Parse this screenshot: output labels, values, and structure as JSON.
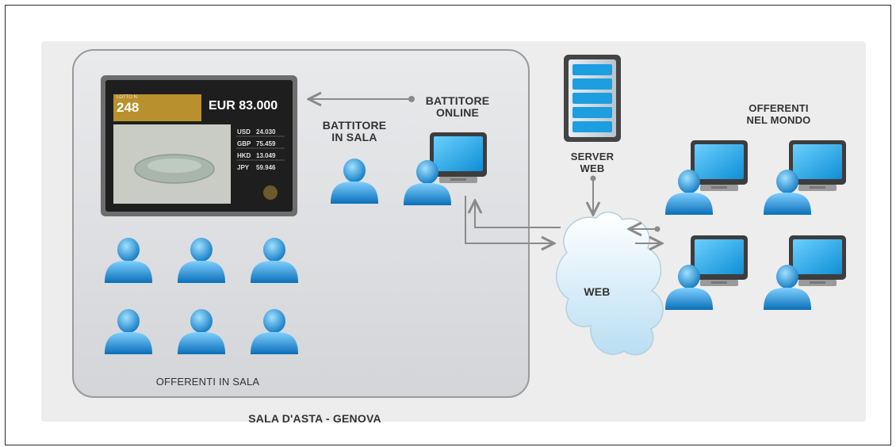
{
  "room": {
    "name": "SALA D'ASTA - GENOVA",
    "bidders_label": "OFFERENTI IN SALA",
    "auctioneer_label": [
      "BATTITORE",
      "IN SALA"
    ],
    "online_auctioneer_label": [
      "BATTITORE",
      "ONLINE"
    ]
  },
  "display": {
    "lot_caption": "LOTTO N.",
    "lot_number": "248",
    "currency": "EUR",
    "price": "83.000",
    "conversions": [
      {
        "cur": "USD",
        "val": "24.030"
      },
      {
        "cur": "GBP",
        "val": "75.459"
      },
      {
        "cur": "HKD",
        "val": "13.049"
      },
      {
        "cur": "JPY",
        "val": "59.946"
      }
    ]
  },
  "server": {
    "label": [
      "SERVER",
      "WEB"
    ]
  },
  "web": {
    "label": "WEB"
  },
  "remote": {
    "label": [
      "OFFERENTI",
      "NEL MONDO"
    ]
  },
  "colors": {
    "person_blue": "#1f8fd6",
    "monitor_screen": "#1ea9e6",
    "arrow_gray": "#8a8a8a",
    "display_gold": "#b8902d",
    "cloud_blue": "#cfe9f7"
  }
}
